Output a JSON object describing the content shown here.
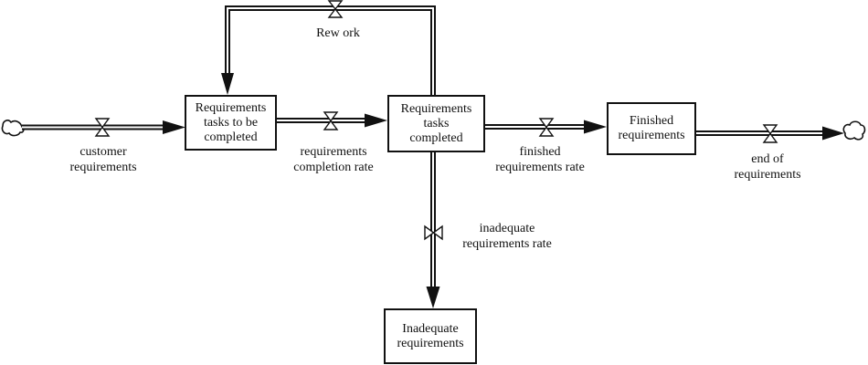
{
  "stocks": {
    "to_be_completed": [
      "Requirements",
      "tasks to be",
      "completed"
    ],
    "tasks_completed": [
      "Requirements",
      "tasks",
      "completed"
    ],
    "finished": [
      "Finished",
      "requirements"
    ],
    "inadequate": [
      "Inadequate",
      "requirements"
    ]
  },
  "flows": {
    "customer_requirements": [
      "customer",
      "requirements"
    ],
    "completion_rate": [
      "requirements",
      "completion rate"
    ],
    "finished_rate": [
      "finished",
      "requirements rate"
    ],
    "end_of_requirements": [
      "end of",
      "requirements"
    ],
    "inadequate_rate": [
      "inadequate",
      "requirements rate"
    ],
    "rework": [
      "Rew ork"
    ]
  }
}
